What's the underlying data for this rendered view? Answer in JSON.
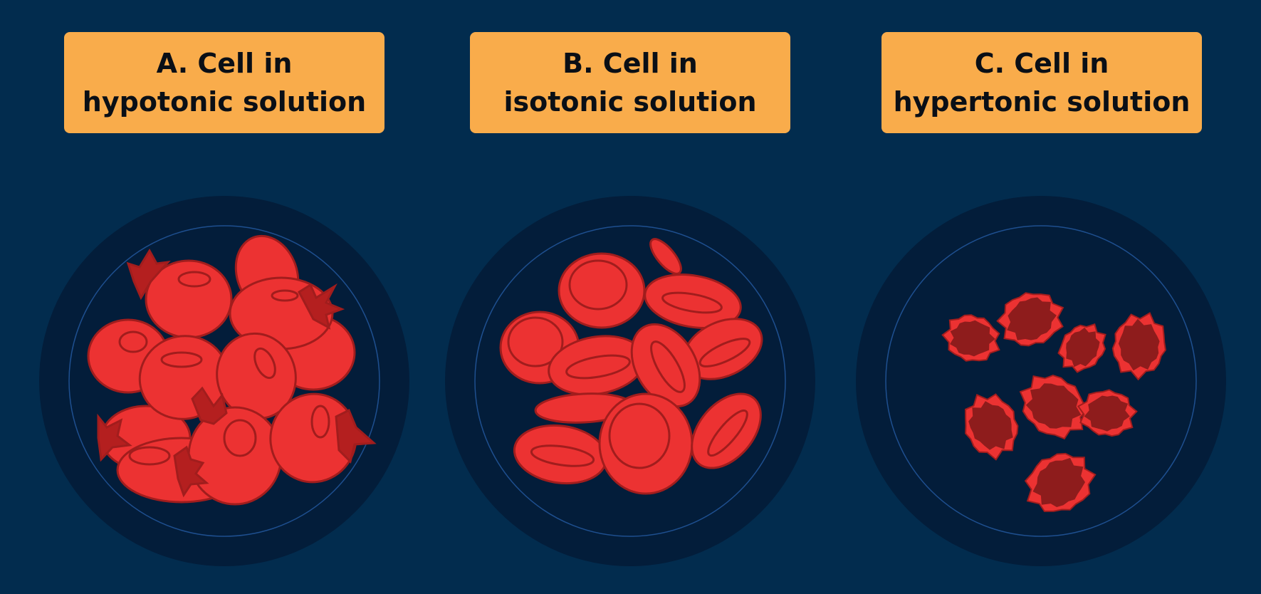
{
  "panels": [
    {
      "id": "a",
      "line1": "A. Cell in",
      "line2": "hypotonic solution"
    },
    {
      "id": "b",
      "line1": "B. Cell in",
      "line2": "isotonic solution"
    },
    {
      "id": "c",
      "line1": "C. Cell in",
      "line2": "hypertonic solution"
    }
  ],
  "colors": {
    "background": "#022c4e",
    "label_bg": "#f9ac4b",
    "label_text": "#0a0f16",
    "dish_outer": "#031d3a",
    "dish_ring": "#1e4f8f",
    "cell_fill": "#ec3232",
    "cell_stroke": "#a11d1d",
    "cell_dark": "#8e1c1c"
  },
  "icons": {
    "swollen_cell": "swollen-red-blood-cell-icon",
    "normal_cell": "biconcave-red-blood-cell-icon",
    "shrunken_cell": "crenated-red-blood-cell-icon"
  }
}
